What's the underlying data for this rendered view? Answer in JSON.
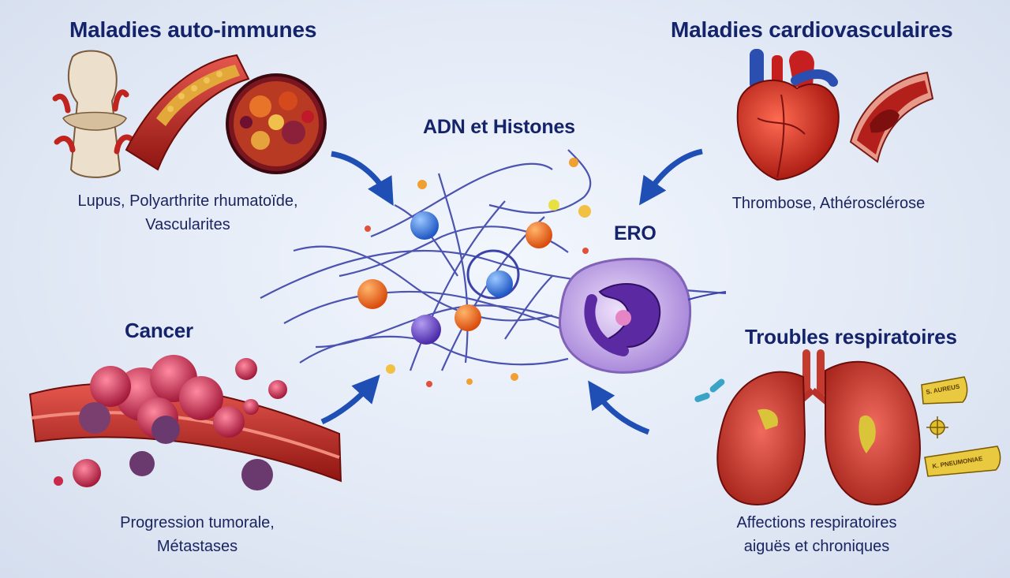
{
  "center": {
    "dna_label": "ADN et Histones",
    "ros_label": "ERO"
  },
  "autoimmune": {
    "title": "Maladies auto-immunes",
    "caption_line1": "Lupus, Polyarthrite rhumatoïde,",
    "caption_line2": "Vascularites"
  },
  "cardiovascular": {
    "title": "Maladies cardiovasculaires",
    "caption_line1": "Thrombose, Athérosclérose"
  },
  "cancer": {
    "title": "Cancer",
    "caption_line1": "Progression tumorale,",
    "caption_line2": "Métastases"
  },
  "respiratory": {
    "title": "Troubles respiratoires",
    "caption_line1": "Affections respiratoires",
    "caption_line2": "aiguës et chroniques",
    "pathogen1": "S. AUREUS",
    "pathogen2": "K. PNEUMONIAE"
  },
  "colors": {
    "title_navy": "#15236b",
    "arrow_blue": "#1f4fb5",
    "tissue_red": "#b3201b",
    "net_blue": "#3b43a8",
    "histone_orange": "#f0651c",
    "neutrophil_purple": "#9a6fd0"
  }
}
